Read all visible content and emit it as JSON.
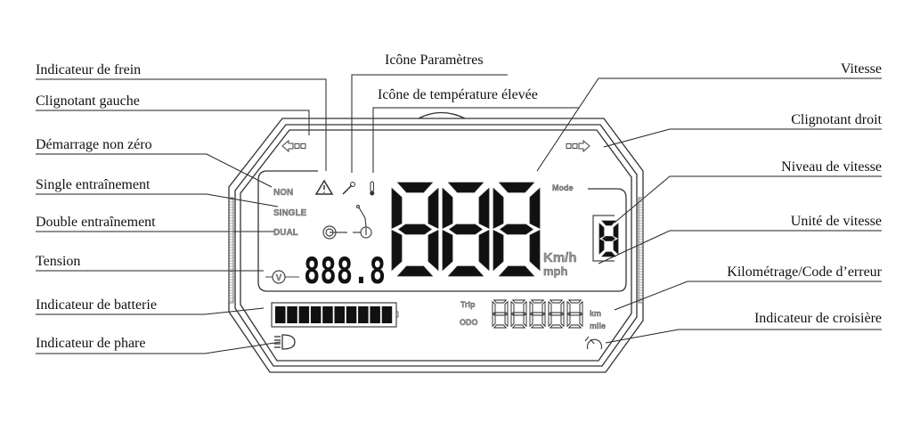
{
  "labels_left": [
    "Indicateur de frein",
    "Clignotant gauche",
    "Démarrage non zéro",
    "Single entraînement",
    "Double entraînement",
    "Tension",
    "Indicateur de batterie",
    "Indicateur de phare"
  ],
  "labels_top": [
    "Icône Paramètres",
    "Icône de température élevée"
  ],
  "labels_right": [
    "Vitesse",
    "Clignotant droit",
    "Niveau de vitesse",
    "Unité de vitesse",
    "Kilométrage/Code d’erreur",
    "Indicateur de croisière"
  ],
  "lcd": {
    "non": "NON",
    "single": "SINGLE",
    "dual": "DUAL",
    "voltage_symbol": "V",
    "voltage_value": "888.8",
    "speed_value": "888",
    "speed_unit_kmh": "Km/h",
    "speed_unit_mph": "mph",
    "mode_label": "Mode",
    "gear_value": "8",
    "trip_label": "Trip",
    "odo_label": "ODO",
    "odo_value": "88888",
    "unit_km": "km",
    "unit_mile": "mile",
    "battery_segments": 10
  }
}
